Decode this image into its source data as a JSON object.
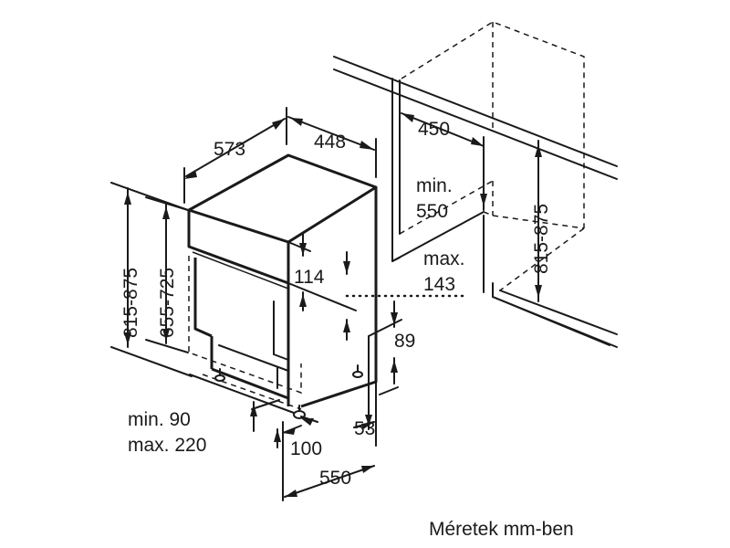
{
  "dimensions": {
    "depth_573": "573",
    "width_448": "448",
    "niche_depth_450": "450",
    "niche_min": "min.",
    "niche_min_550": "550",
    "niche_height": "815-875",
    "total_height": "815-875",
    "body_height": "655-725",
    "panel_114": "114",
    "max_label": "max.",
    "max_143": "143",
    "foot_89": "89",
    "plinth_min": "min. 90",
    "plinth_max": "max. 220",
    "foot_100": "100",
    "foot_53": "53",
    "overall_550": "550"
  },
  "caption": "Méretek mm-ben"
}
